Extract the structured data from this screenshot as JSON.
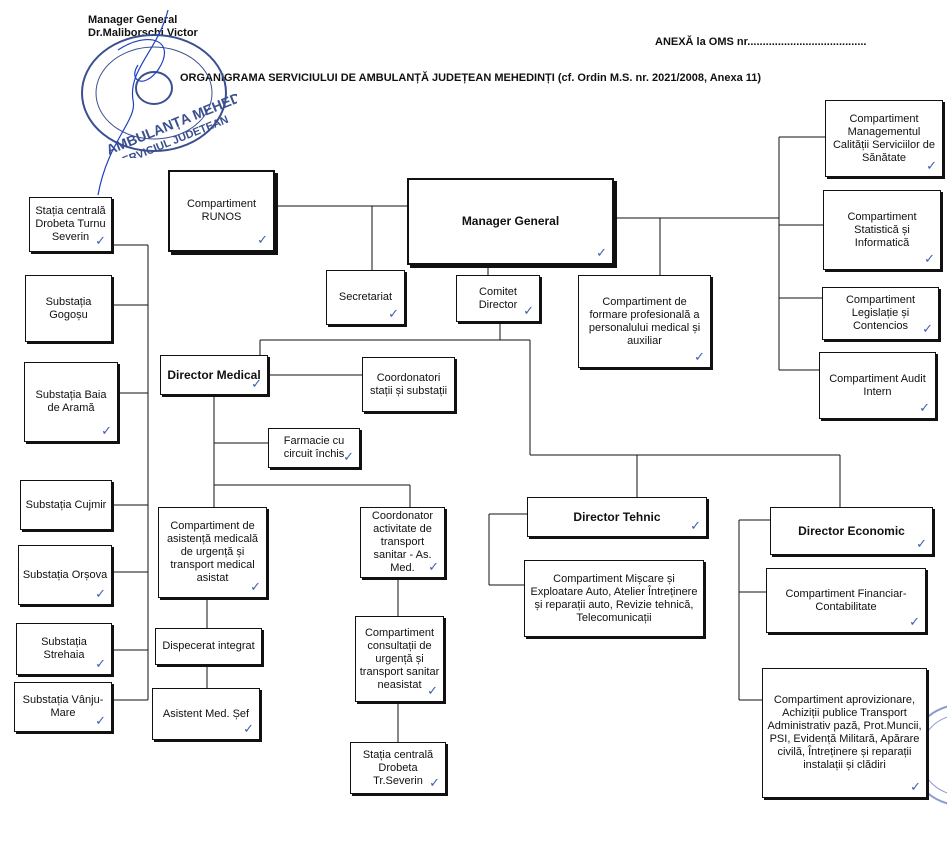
{
  "header": {
    "signatory_title": "Manager General",
    "signatory_name": "Dr.Maliborschi Victor",
    "annex": "ANEXĂ la OMS nr.......................................",
    "title": "ORGANIGRAMA SERVICIULUI DE AMBULANȚĂ JUDEȚEAN MEHEDINȚI (cf. Ordin M.S. nr. 2021/2008, Anexa 11)"
  },
  "stamp": {
    "line1": "AMBULANȚA MEHEDINȚI",
    "line2": "SERVICIUL JUDEȚEAN"
  },
  "colors": {
    "line": "#111111",
    "ink": "#4060b0",
    "stamp": "#3a4f8f"
  },
  "boxes": {
    "manager_general": "Manager General",
    "runos": "Compartiment RUNOS",
    "secretariat": "Secretariat",
    "comitet_director": "Comitet Director",
    "formare_profesionala": "Compartiment de formare profesională a personalului medical și auxiliar",
    "calitate": "Compartiment Managementul Calității Serviciilor de Sănătate",
    "statistica": "Compartiment Statistică și Informatică",
    "legislatie": "Compartiment Legislație și Contencios",
    "audit": "Compartiment Audit Intern",
    "director_medical": "Director Medical",
    "coordonatori_statii": "Coordonatori stații și substații",
    "farmacie": "Farmacie cu circuit închis",
    "statia_centrala": "Stația centrală Drobeta Turnu Severin",
    "gogosu": "Substația Gogoșu",
    "baia_de_arama": "Substația Baia de Aramă",
    "cujmir": "Substația Cujmir",
    "orsova": "Substația Orșova",
    "strehaia": "Substația Strehaia",
    "vanju_mare": "Substația Vânju-Mare",
    "asistenta_urgenta": "Compartiment de asistență medicală de urgență și transport medical asistat",
    "dispecerat": "Dispecerat integrat",
    "asistent_sef": "Asistent Med. Șef",
    "coordonator_transport": "Coordonator activitate de transport sanitar - As. Med.",
    "consultatii": "Compartiment consultații de urgență și transport sanitar neasistat",
    "statia_centrala_2": "Stația centrală Drobeta Tr.Severin",
    "director_tehnic": "Director Tehnic",
    "miscare_auto": "Compartiment Mișcare și Exploatare Auto, Atelier Întreținere și reparații auto, Revizie tehnică, Telecomunicații",
    "director_economic": "Director Economic",
    "financiar": "Compartiment Financiar-Contabilitate",
    "aprovizionare": "Compartiment aprovizionare, Achiziții publice Transport Administrativ pază, Prot.Muncii, PSI, Evidență Militară, Apărare civilă, Întreținere și reparații instalații și clădiri"
  }
}
